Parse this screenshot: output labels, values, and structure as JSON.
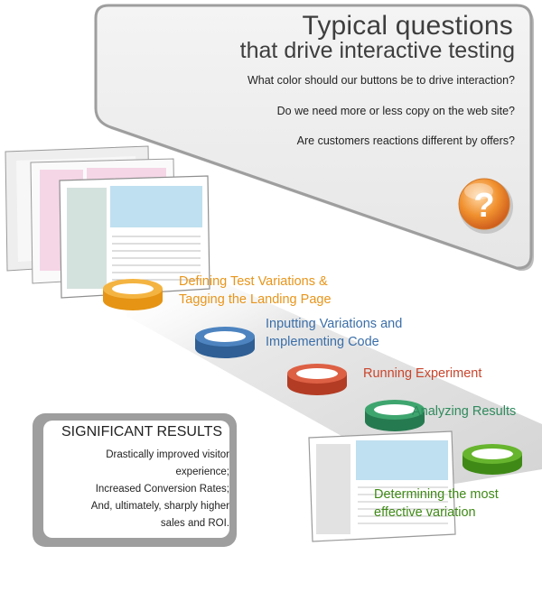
{
  "callout": {
    "title_line1": "Typical questions",
    "title_line2": "that drive interactive testing",
    "questions": [
      "What color should our buttons be to drive interaction?",
      "Do we need more or less copy on the web site?",
      "Are customers reactions different by offers?"
    ],
    "icon": "question-mark-icon"
  },
  "steps": [
    {
      "line1": "Defining Test Variations &",
      "line2": "Tagging the Landing Page",
      "color": "#f0a11c"
    },
    {
      "line1": "Inputting Variations and",
      "line2": "Implementing Code",
      "color": "#3a6ea8"
    },
    {
      "line1": "Running Experiment",
      "line2": "",
      "color": "#c9452c"
    },
    {
      "line1": "Analyzing Results",
      "line2": "",
      "color": "#2f8a5d"
    },
    {
      "line1": "Determining the most",
      "line2": "effective variation",
      "color": "#4d9a1f"
    }
  ],
  "results": {
    "title": "SIGNIFICANT RESULTS",
    "lines": [
      "Drastically improved visitor",
      "experience;",
      "Increased Conversion Rates;",
      "And, ultimately, sharply higher",
      "sales and ROI."
    ]
  }
}
